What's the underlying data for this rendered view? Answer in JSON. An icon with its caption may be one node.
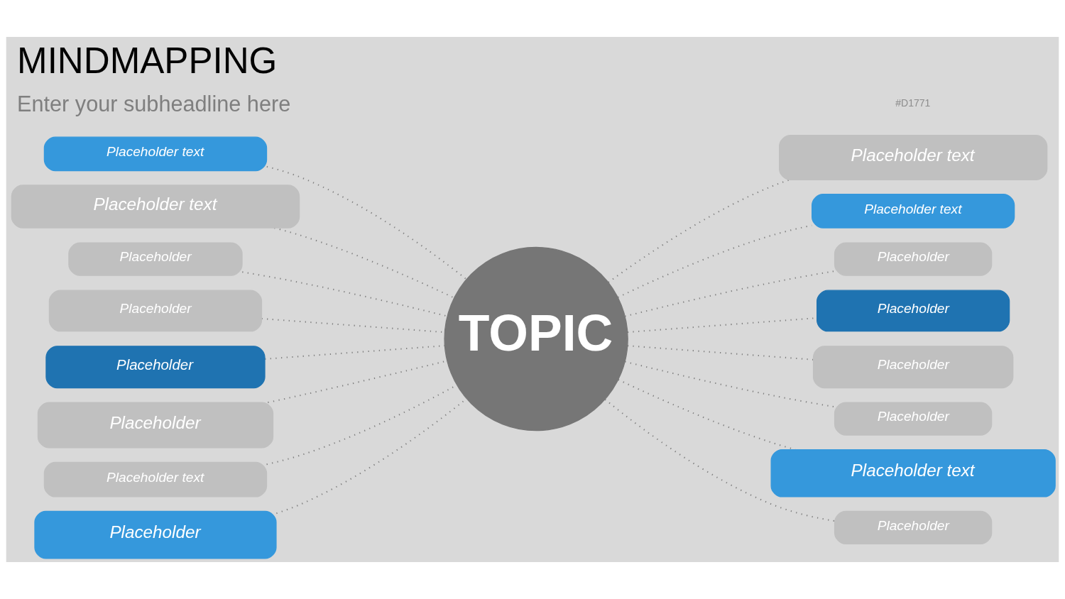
{
  "diagram": {
    "title": "MINDMAPPING",
    "nodes": [
      {
        "text": [
          "TOPIC"
        ]
      },
      {
        "text": [
          "Placeholder text"
        ]
      },
      {
        "text": [
          "Placeholder text"
        ]
      },
      {
        "text": [
          "Placeholder"
        ]
      },
      {
        "text": [
          "Placeholder"
        ]
      },
      {
        "text": [
          "Placeholder"
        ]
      },
      {
        "text": [
          "Placeholder"
        ]
      },
      {
        "text": [
          "Placeholder text"
        ]
      },
      {
        "text": [
          "Placeholder"
        ]
      },
      {
        "text": [
          "Placeholder text"
        ]
      },
      {
        "text": [
          "Placeholder text"
        ]
      },
      {
        "text": [
          "Placeholder"
        ]
      },
      {
        "text": [
          "Placeholder"
        ]
      },
      {
        "text": [
          "Placeholder"
        ]
      },
      {
        "text": [
          "Placeholder"
        ]
      },
      {
        "text": [
          "Placeholder text"
        ]
      },
      {
        "text": [
          "Placeholder"
        ]
      }
    ],
    "edges": [
      {
        "from": 1,
        "to": 0,
        "arrow": "none"
      },
      {
        "from": 2,
        "to": 0,
        "arrow": "none"
      },
      {
        "from": 3,
        "to": 0,
        "arrow": "none"
      },
      {
        "from": 4,
        "to": 0,
        "arrow": "none"
      },
      {
        "from": 5,
        "to": 0,
        "arrow": "none"
      },
      {
        "from": 6,
        "to": 0,
        "arrow": "none"
      },
      {
        "from": 7,
        "to": 0,
        "arrow": "none"
      },
      {
        "from": 8,
        "to": 0,
        "arrow": "none"
      },
      {
        "from": 0,
        "to": 9,
        "arrow": "none"
      },
      {
        "from": 0,
        "to": 10,
        "arrow": "none"
      },
      {
        "from": 0,
        "to": 11,
        "arrow": "none"
      },
      {
        "from": 0,
        "to": 12,
        "arrow": "none"
      },
      {
        "from": 0,
        "to": 13,
        "arrow": "none"
      },
      {
        "from": 0,
        "to": 14,
        "arrow": "none"
      },
      {
        "from": 0,
        "to": 15,
        "arrow": "none"
      },
      {
        "from": 0,
        "to": 16,
        "arrow": "none"
      }
    ],
    "labels": [
      "Enter your subheadline here",
      "#D1771"
    ]
  }
}
